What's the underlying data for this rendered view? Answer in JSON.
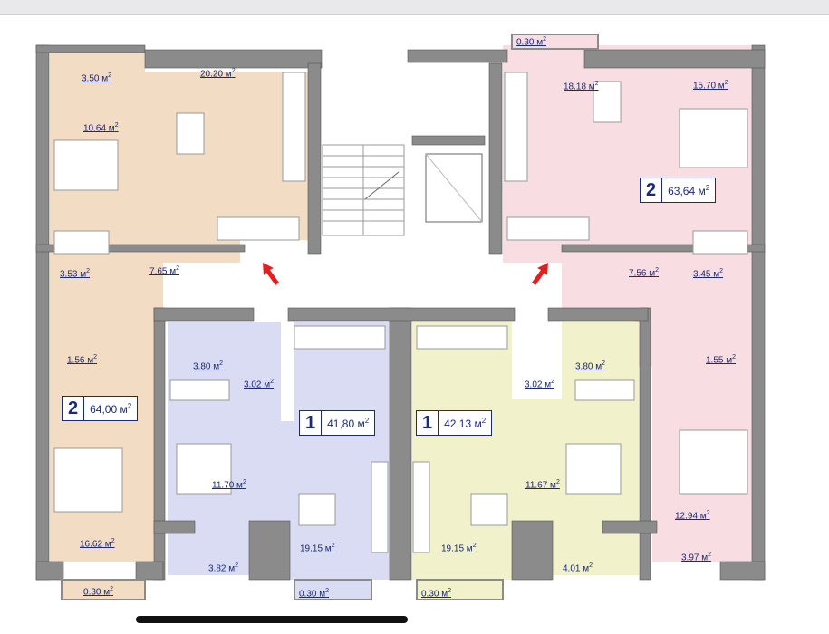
{
  "plan": {
    "apartments": [
      {
        "rooms": "2",
        "area": "63,64 м",
        "sup": "2"
      },
      {
        "rooms": "2",
        "area": "64,00 м",
        "sup": "2"
      },
      {
        "rooms": "1",
        "area": "41,80 м",
        "sup": "2"
      },
      {
        "rooms": "1",
        "area": "42,13 м",
        "sup": "2"
      }
    ],
    "rooms": [
      {
        "text": "3.50 м",
        "sup": "2"
      },
      {
        "text": "20.20 м",
        "sup": "2"
      },
      {
        "text": "10.64 м",
        "sup": "2"
      },
      {
        "text": "3.53 м",
        "sup": "2"
      },
      {
        "text": "7.65 м",
        "sup": "2"
      },
      {
        "text": "1.56 м",
        "sup": "2"
      },
      {
        "text": "16.62 м",
        "sup": "2"
      },
      {
        "text": "0.30 м",
        "sup": "2"
      },
      {
        "text": "3.80 м",
        "sup": "2"
      },
      {
        "text": "3.02 м",
        "sup": "2"
      },
      {
        "text": "11.70 м",
        "sup": "2"
      },
      {
        "text": "3.82 м",
        "sup": "2"
      },
      {
        "text": "19.15 м",
        "sup": "2"
      },
      {
        "text": "0.30 м",
        "sup": "2"
      },
      {
        "text": "0.30 м",
        "sup": "2"
      },
      {
        "text": "19.15 м",
        "sup": "2"
      },
      {
        "text": "3.02 м",
        "sup": "2"
      },
      {
        "text": "3.80 м",
        "sup": "2"
      },
      {
        "text": "11.67 м",
        "sup": "2"
      },
      {
        "text": "4.01 м",
        "sup": "2"
      },
      {
        "text": "0.30 м",
        "sup": "2"
      },
      {
        "text": "18.18 м",
        "sup": "2"
      },
      {
        "text": "15.70 м",
        "sup": "2"
      },
      {
        "text": "7.56 м",
        "sup": "2"
      },
      {
        "text": "3.45 м",
        "sup": "2"
      },
      {
        "text": "1.55 м",
        "sup": "2"
      },
      {
        "text": "12.94 м",
        "sup": "2"
      },
      {
        "text": "3.97 м",
        "sup": "2"
      }
    ]
  },
  "colors": {
    "apt_left_2room": "#f3dcc4",
    "apt_right_2room": "#f8dde2",
    "apt_1room_blue": "#d9dcf3",
    "apt_1room_yellow": "#f1f1cc",
    "wall": "#8b8b8b",
    "label": "#1c2a7a",
    "entry_arrow": "#e02020"
  }
}
